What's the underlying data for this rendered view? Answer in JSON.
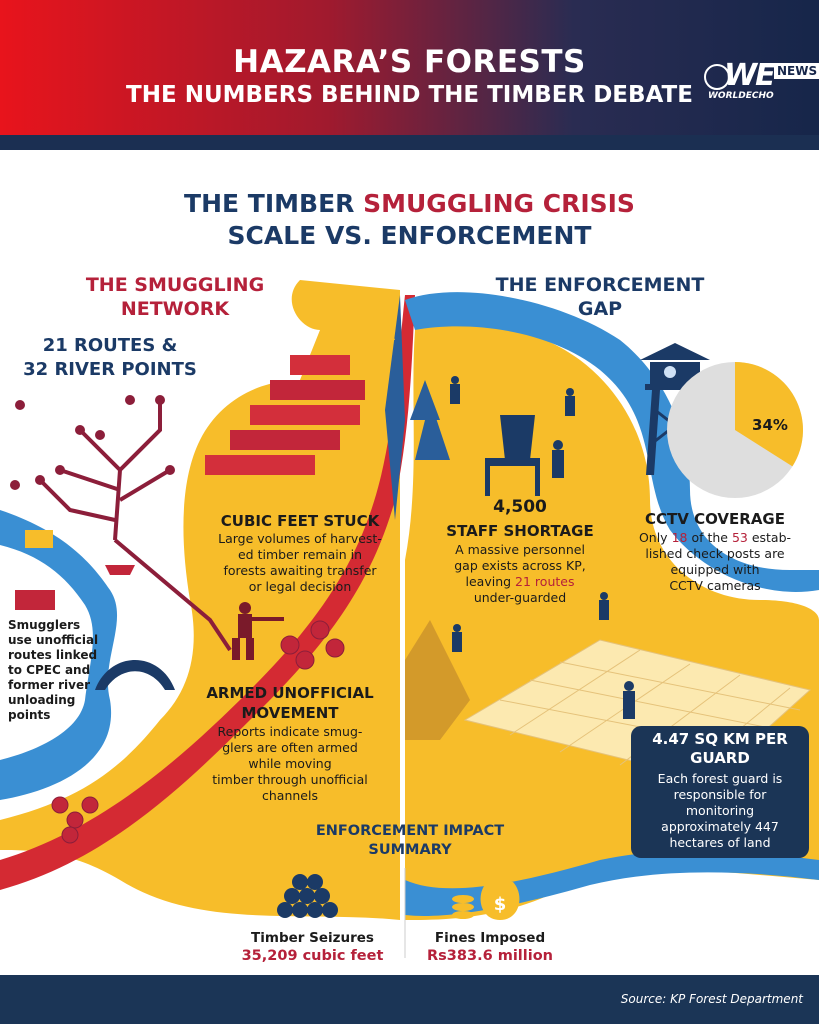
{
  "header": {
    "title_line1": "HAZARA’S FORESTS",
    "title_line2": "THE NUMBERS BEHIND THE TIMBER DEBATE",
    "logo_we": "WE",
    "logo_news": "NEWS",
    "logo_sub": "WORLDECHO"
  },
  "main_title": {
    "part1": "THE TIMBER ",
    "part2": "SMUGGLING CRISIS",
    "line2": "SCALE VS. ENFORCEMENT"
  },
  "smuggling": {
    "heading_line1": "THE SMUGGLING",
    "heading_line2": "NETWORK",
    "routes_line1": "21 ROUTES &",
    "routes_line2": "32 RIVER POINTS",
    "cubic_title": "CUBIC FEET STUCK",
    "cubic_text": [
      "Large volumes of harvest-",
      "ed timber remain in",
      "forests awaiting transfer",
      "or legal decision"
    ],
    "side_text": [
      "Smugglers",
      "use unofficial",
      "routes linked",
      "to CPEC and",
      "former river",
      "unloading",
      "points"
    ],
    "armed_title_line1": "ARMED UNOFFICIAL",
    "armed_title_line2": "MOVEMENT",
    "armed_text": [
      "Reports indicate smug-",
      "glers are often armed",
      "while moving",
      "timber through unofficial",
      "channels"
    ]
  },
  "enforcement": {
    "heading_line1": "THE ENFORCEMENT",
    "heading_line2": "GAP",
    "staff_number": "4,500",
    "staff_title": "STAFF SHORTAGE",
    "staff_text_1": "A massive personnel",
    "staff_text_2": "gap exists across KP,",
    "staff_text_3a": "leaving ",
    "staff_text_3b": "21 routes",
    "staff_text_4": "under-guarded",
    "cctv_percent_label": "34%",
    "cctv_percent": 34,
    "cctv_title": "CCTV COVERAGE",
    "cctv_text_1a": "Only ",
    "cctv_text_1b": "18",
    "cctv_text_1c": " of the ",
    "cctv_text_1d": "53",
    "cctv_text_1e": " estab-",
    "cctv_text_2": "lished check posts are",
    "cctv_text_3": "equipped with",
    "cctv_text_4": "CCTV cameras",
    "guard_title_line1": "4.47 SQ KM PER",
    "guard_title_line2": "GUARD",
    "guard_text": [
      "Each forest guard is",
      "responsible for",
      "monitoring",
      "approximately 447",
      "hectares of land"
    ]
  },
  "impact": {
    "title_line1": "ENFORCEMENT IMPACT",
    "title_line2": "SUMMARY",
    "seizure_label": "Timber Seizures",
    "seizure_value": "35,209 cubic feet",
    "fines_label": "Fines Imposed",
    "fines_value": "Rs383.6 million"
  },
  "footer": {
    "source": "Source: KP Forest Department"
  },
  "colors": {
    "navy": "#1b3a66",
    "red": "#b5213a",
    "yellow": "#f7bd2a",
    "river": "#3a8fd3",
    "dark_panel": "#1b3556"
  }
}
